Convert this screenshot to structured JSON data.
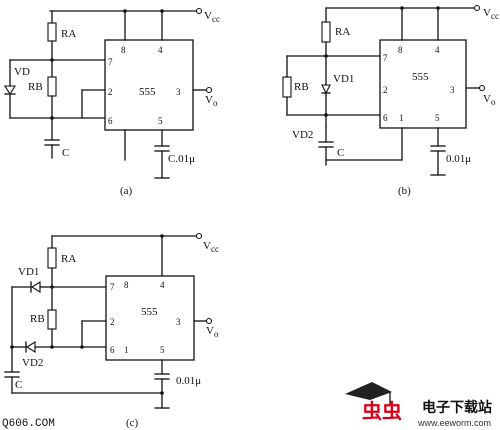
{
  "circuits": {
    "a": {
      "caption": "(a)",
      "chip": "555",
      "pins": [
        "8",
        "4",
        "7",
        "2",
        "3",
        "6",
        "5"
      ],
      "vcc": "V",
      "vcc_sub": "cc",
      "vo": "V",
      "vo_sub": "o",
      "ra": "RA",
      "rb": "RB",
      "vd": "VD",
      "c": "C",
      "cap": "C.01μ"
    },
    "b": {
      "caption": "(b)",
      "chip": "555",
      "pins": [
        "8",
        "4",
        "7",
        "2",
        "3",
        "6",
        "1",
        "5"
      ],
      "vcc": "V",
      "vcc_sub": "cc",
      "vo": "V",
      "vo_sub": "o",
      "ra": "RA",
      "rb": "RB",
      "vd1": "VD1",
      "vd2": "VD2",
      "c": "C",
      "cap": "0.01μ"
    },
    "c": {
      "caption": "(c)",
      "chip": "555",
      "pins": [
        "8",
        "4",
        "7",
        "2",
        "3",
        "6",
        "1",
        "5"
      ],
      "vcc": "V",
      "vcc_sub": "cc",
      "vo": "V",
      "vo_sub": "o",
      "ra": "RA",
      "rb": "RB",
      "vd1": "VD1",
      "vd2": "VD2",
      "c": "C",
      "cap": "0.01μ"
    }
  },
  "source_label": "Q606.COM",
  "watermark": {
    "brand": "电子下载站",
    "url": "www.eeworm.com",
    "logo_text": "虫虫"
  }
}
